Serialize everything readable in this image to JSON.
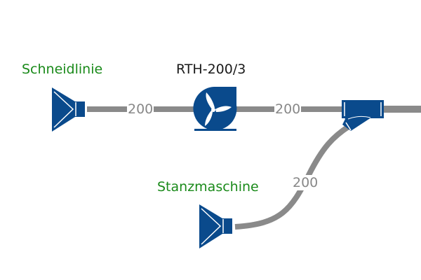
{
  "colors": {
    "background": "#ffffff",
    "component": "#0a4a8c",
    "pipe": "#8a8a8a",
    "source_label": "#1a8a1a",
    "device_label": "#1a1a1a",
    "pipe_label": "#888888"
  },
  "sources": [
    {
      "name": "Schneidlinie",
      "icon": "extraction-hood-icon"
    },
    {
      "name": "Stanzmaschine",
      "icon": "extraction-hood-icon"
    }
  ],
  "fan": {
    "name": "RTH-200/3",
    "icon": "radial-fan-icon"
  },
  "junction": {
    "icon": "y-branch-icon"
  },
  "pipes": [
    {
      "id": "hood1-to-fan",
      "diameter": "200"
    },
    {
      "id": "fan-to-branch",
      "diameter": "200"
    },
    {
      "id": "hood2-to-branch",
      "diameter": "200"
    }
  ]
}
